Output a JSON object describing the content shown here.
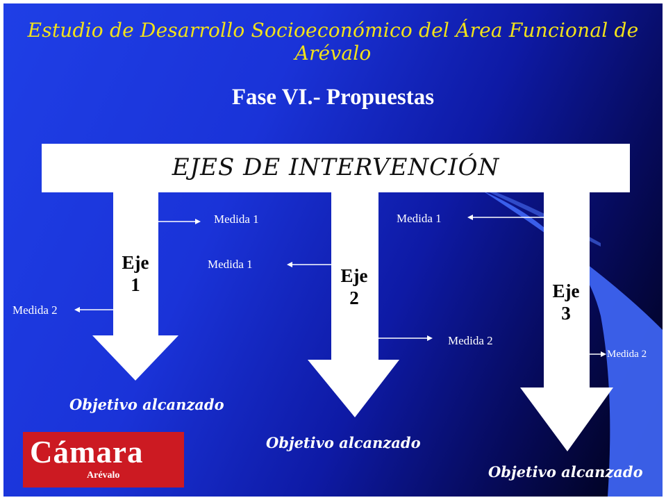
{
  "header": {
    "title": "Estudio de Desarrollo Socioeconómico del Área Funcional de Arévalo",
    "subtitle": "Fase VI.- Propuestas"
  },
  "banner": {
    "label": "EJES DE INTERVENCIÓN"
  },
  "axes": [
    {
      "line1": "Eje",
      "line2": "1",
      "medidas": [
        "Medida 1",
        "Medida 2"
      ],
      "objective": "Objetivo alcanzado"
    },
    {
      "line1": "Eje",
      "line2": "2",
      "medidas": [
        "Medida 1",
        "Medida 2"
      ],
      "objective": "Objetivo alcanzado"
    },
    {
      "line1": "Eje",
      "line2": "3",
      "medidas": [
        "Medida 1",
        "Medida 2"
      ],
      "objective": "Objetivo alcanzado"
    }
  ],
  "logo": {
    "word": "Cámara",
    "sub": "Arévalo"
  },
  "colors": {
    "title": "#f2e21a",
    "logo_bg": "#cc1a22",
    "background_top": "#1f3fe6",
    "background_bottom": "#000010"
  }
}
